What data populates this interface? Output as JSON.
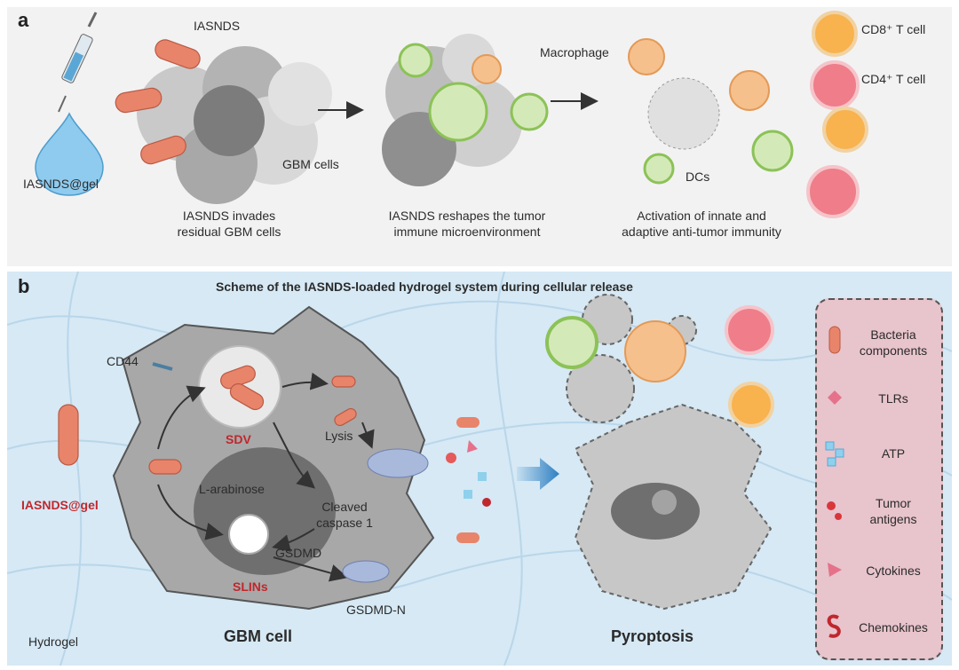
{
  "panel_a": {
    "label": "a",
    "iasnds": "IASNDS",
    "gbm_cells": "GBM cells",
    "iasnds_gel": "IASNDS@gel",
    "macrophage": "Macrophage",
    "dcs": "DCs",
    "cd8": "CD8⁺ T cell",
    "cd4": "CD4⁺ T cell",
    "caption1": [
      "IASNDS invades",
      "residual GBM cells"
    ],
    "caption2": [
      "IASNDS reshapes the tumor",
      "immune microenvironment"
    ],
    "caption3": [
      "Activation of innate and",
      "adaptive anti-tumor immunity"
    ]
  },
  "panel_b": {
    "label": "b",
    "title": "Scheme of the IASNDS-loaded hydrogel system during cellular release",
    "cd44": "CD44",
    "sdv": "SDV",
    "lysis": "Lysis",
    "l_arabinose": "L-arabinose",
    "cleaved_caspase": [
      "Cleaved",
      "caspase 1"
    ],
    "gsdmd": "GSDMD",
    "gsdmd_n": "GSDMD-N",
    "slins": "SLINs",
    "iasnds_gel": "IASNDS@gel",
    "hydrogel": "Hydrogel",
    "gbm_cell": "GBM cell",
    "pyroptosis": "Pyroptosis"
  },
  "legend": {
    "items": [
      {
        "label": [
          "Bacteria",
          "components"
        ],
        "icon": "bacteria-icon"
      },
      {
        "label": [
          "TLRs"
        ],
        "icon": "tlr-icon"
      },
      {
        "label": [
          "ATP"
        ],
        "icon": "atp-icon"
      },
      {
        "label": [
          "Tumor",
          "antigens"
        ],
        "icon": "tumor-antigen-icon"
      },
      {
        "label": [
          "Cytokines"
        ],
        "icon": "cytokine-icon"
      },
      {
        "label": [
          "Chemokines"
        ],
        "icon": "chemokine-icon"
      }
    ]
  },
  "colors": {
    "bacteria": "#e8846a",
    "tcell_orange": "#f8b24e",
    "tcell_pink": "#ef7d8a",
    "dc_green": "#8cc257",
    "gbm_gray": "#9d9d9d",
    "label_red": "#c0272d",
    "arrow_blue": "#2e7fc2"
  }
}
